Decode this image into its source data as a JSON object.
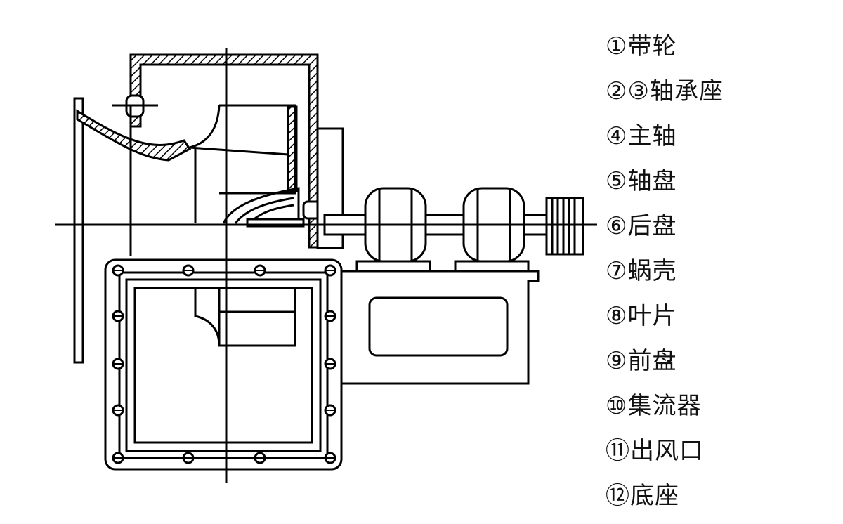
{
  "legend": {
    "items": [
      {
        "label": "①带轮"
      },
      {
        "label": "②③轴承座"
      },
      {
        "label": "④主轴"
      },
      {
        "label": "⑤轴盘"
      },
      {
        "label": "⑥后盘"
      },
      {
        "label": "⑦蜗壳"
      },
      {
        "label": "⑧叶片"
      },
      {
        "label": "⑨前盘"
      },
      {
        "label": "⑩集流器"
      },
      {
        "label": "⑪出风口"
      },
      {
        "label": "⑫底座"
      }
    ]
  },
  "colors": {
    "line": "#000000",
    "background": "#ffffff"
  }
}
